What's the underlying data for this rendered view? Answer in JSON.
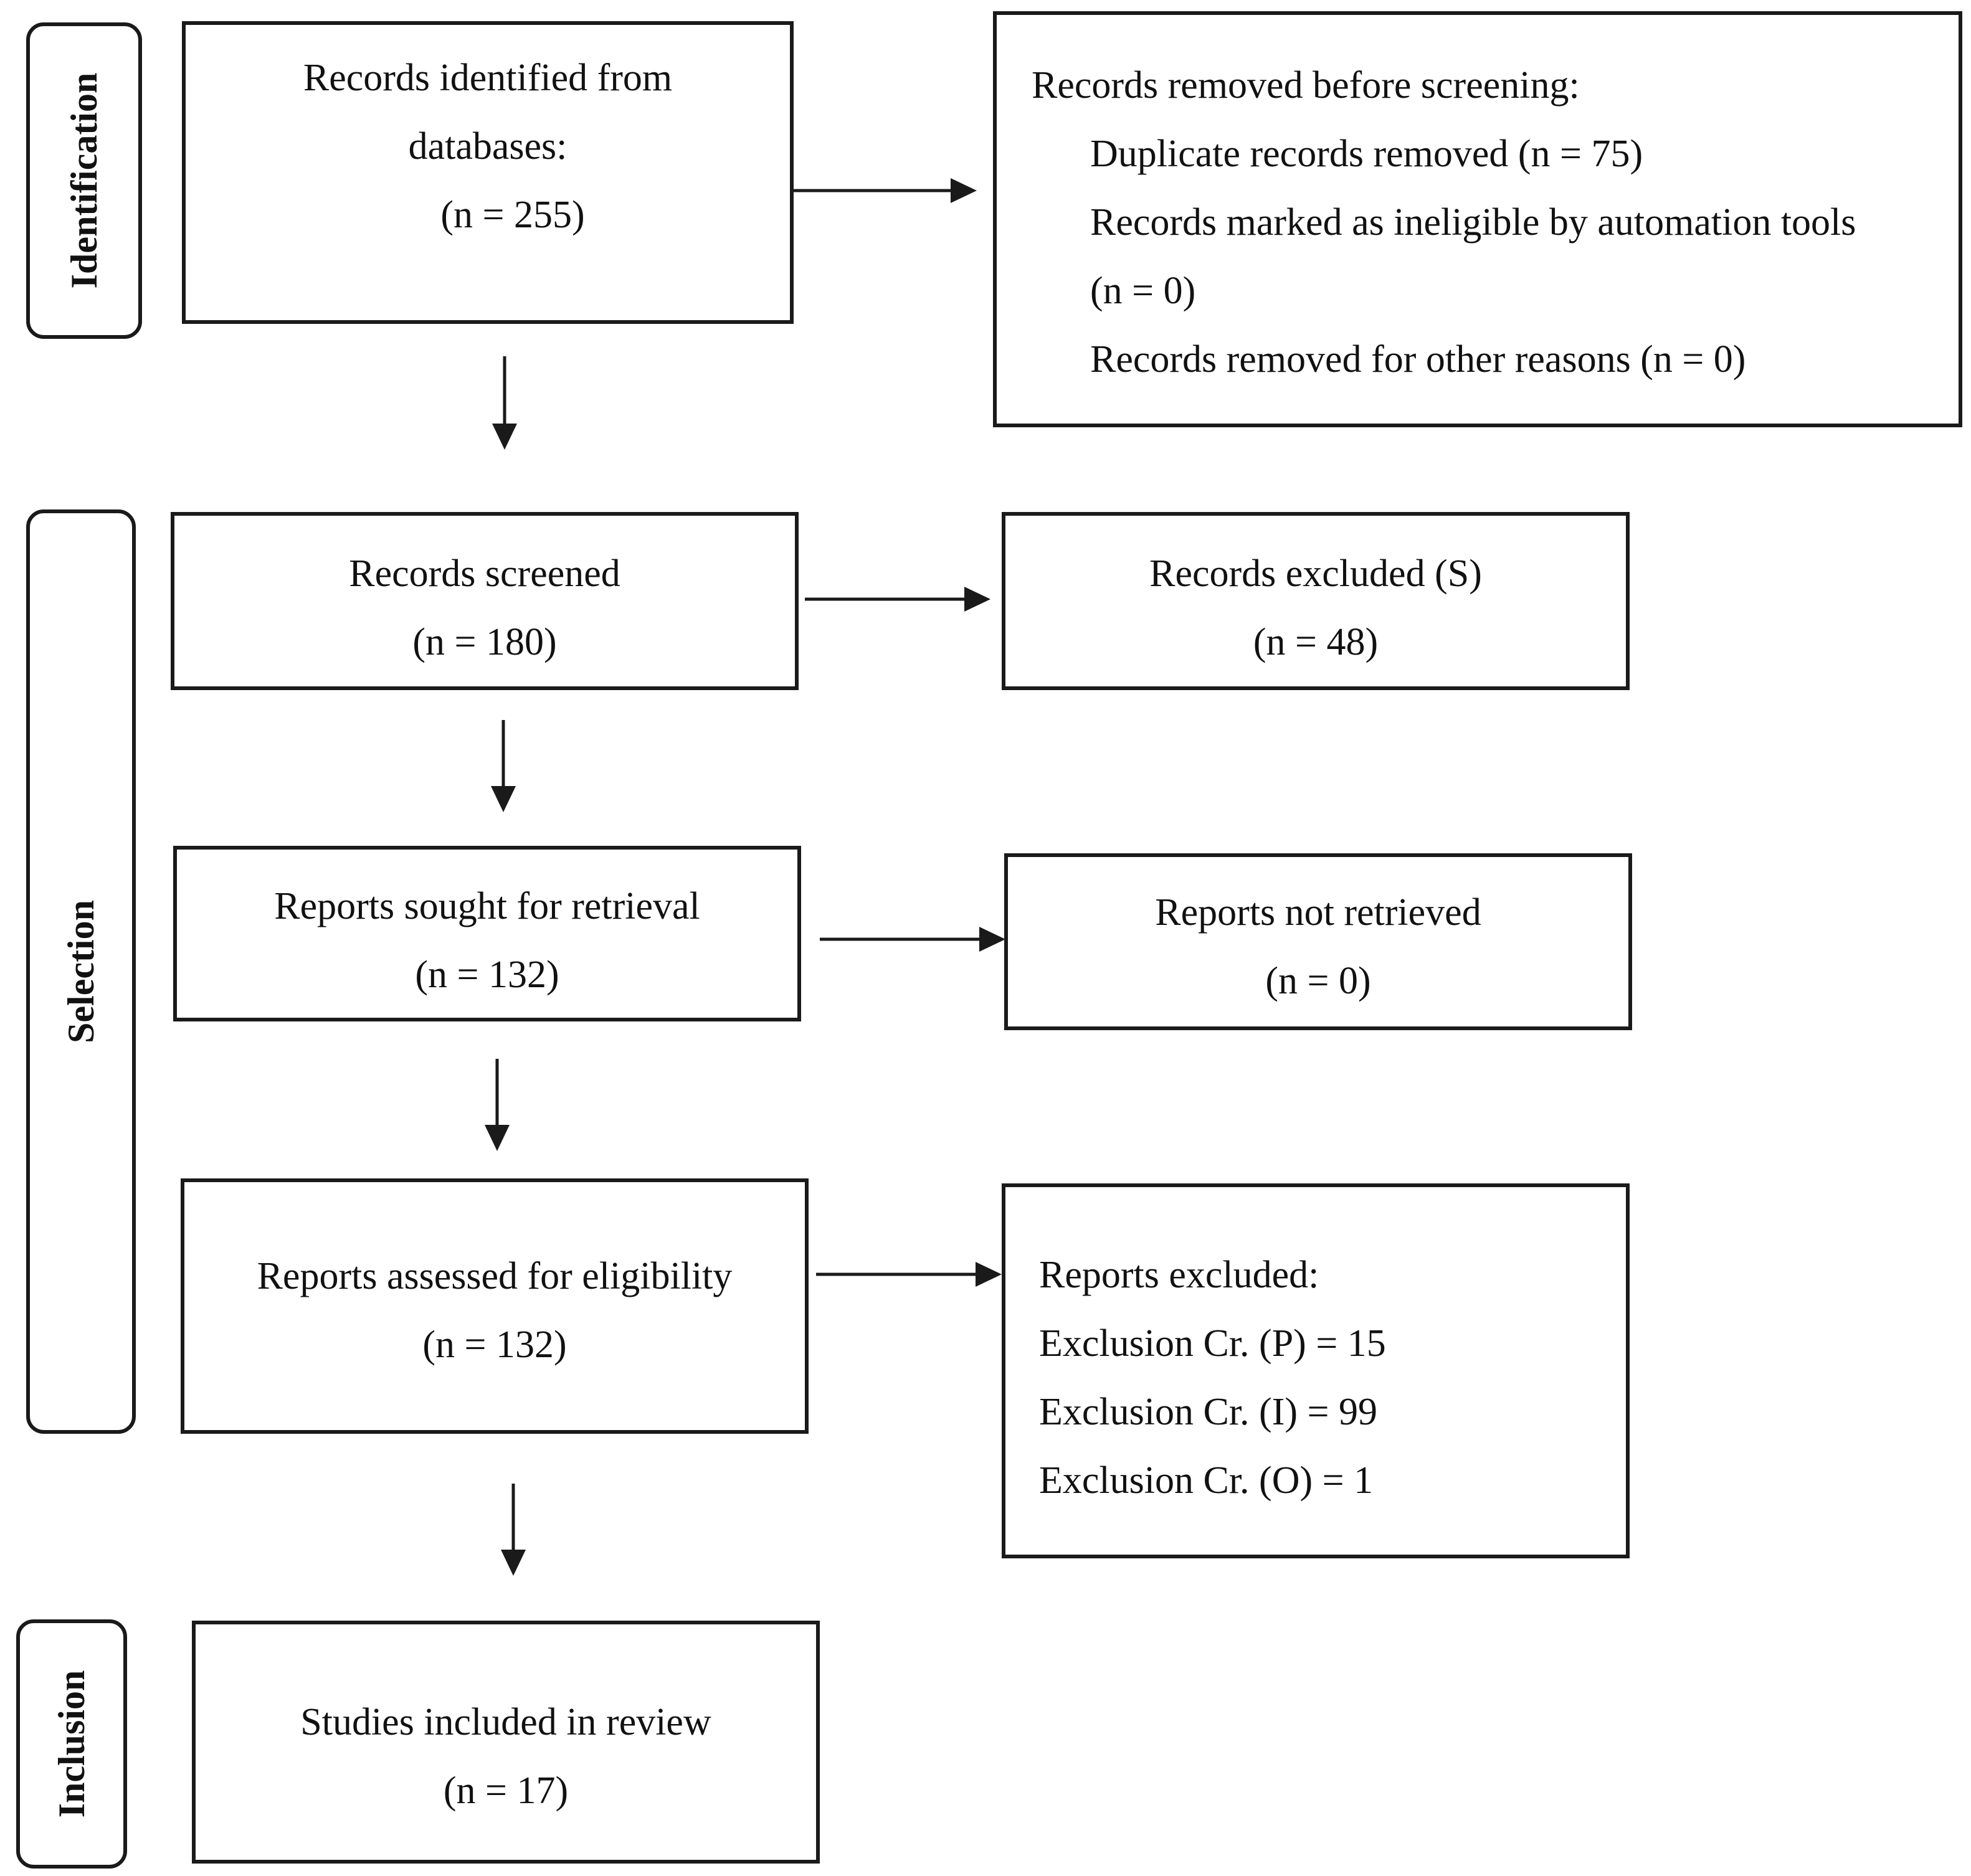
{
  "stages": {
    "identification": "Identification",
    "selection": "Selection",
    "inclusion": "Inclusion"
  },
  "identified": {
    "line1": "Records identified from",
    "line2": "databases:",
    "line3": "(n = 255)"
  },
  "removed": {
    "title": "Records removed before screening:",
    "duplicates": "Duplicate records removed (n = 75)",
    "automation": "Records marked as ineligible by automation tools",
    "automation_n": "(n = 0)",
    "other": "Records removed for other reasons (n = 0)"
  },
  "screened": {
    "label": "Records screened",
    "n": "(n = 180)"
  },
  "excluded_s": {
    "label": "Records excluded (S)",
    "n": "(n = 48)"
  },
  "sought": {
    "label": "Reports sought for retrieval",
    "n": "(n = 132)"
  },
  "not_retrieved": {
    "label": "Reports not retrieved",
    "n": "(n = 0)"
  },
  "assessed": {
    "label": "Reports assessed for eligibility",
    "n": "(n = 132)"
  },
  "reports_excluded": {
    "title": "Reports excluded:",
    "p": "Exclusion Cr. (P) = 15",
    "i": "Exclusion Cr. (I) = 99",
    "o": "Exclusion Cr. (O) = 1"
  },
  "included": {
    "label": "Studies included in review",
    "n": "(n = 17)"
  }
}
